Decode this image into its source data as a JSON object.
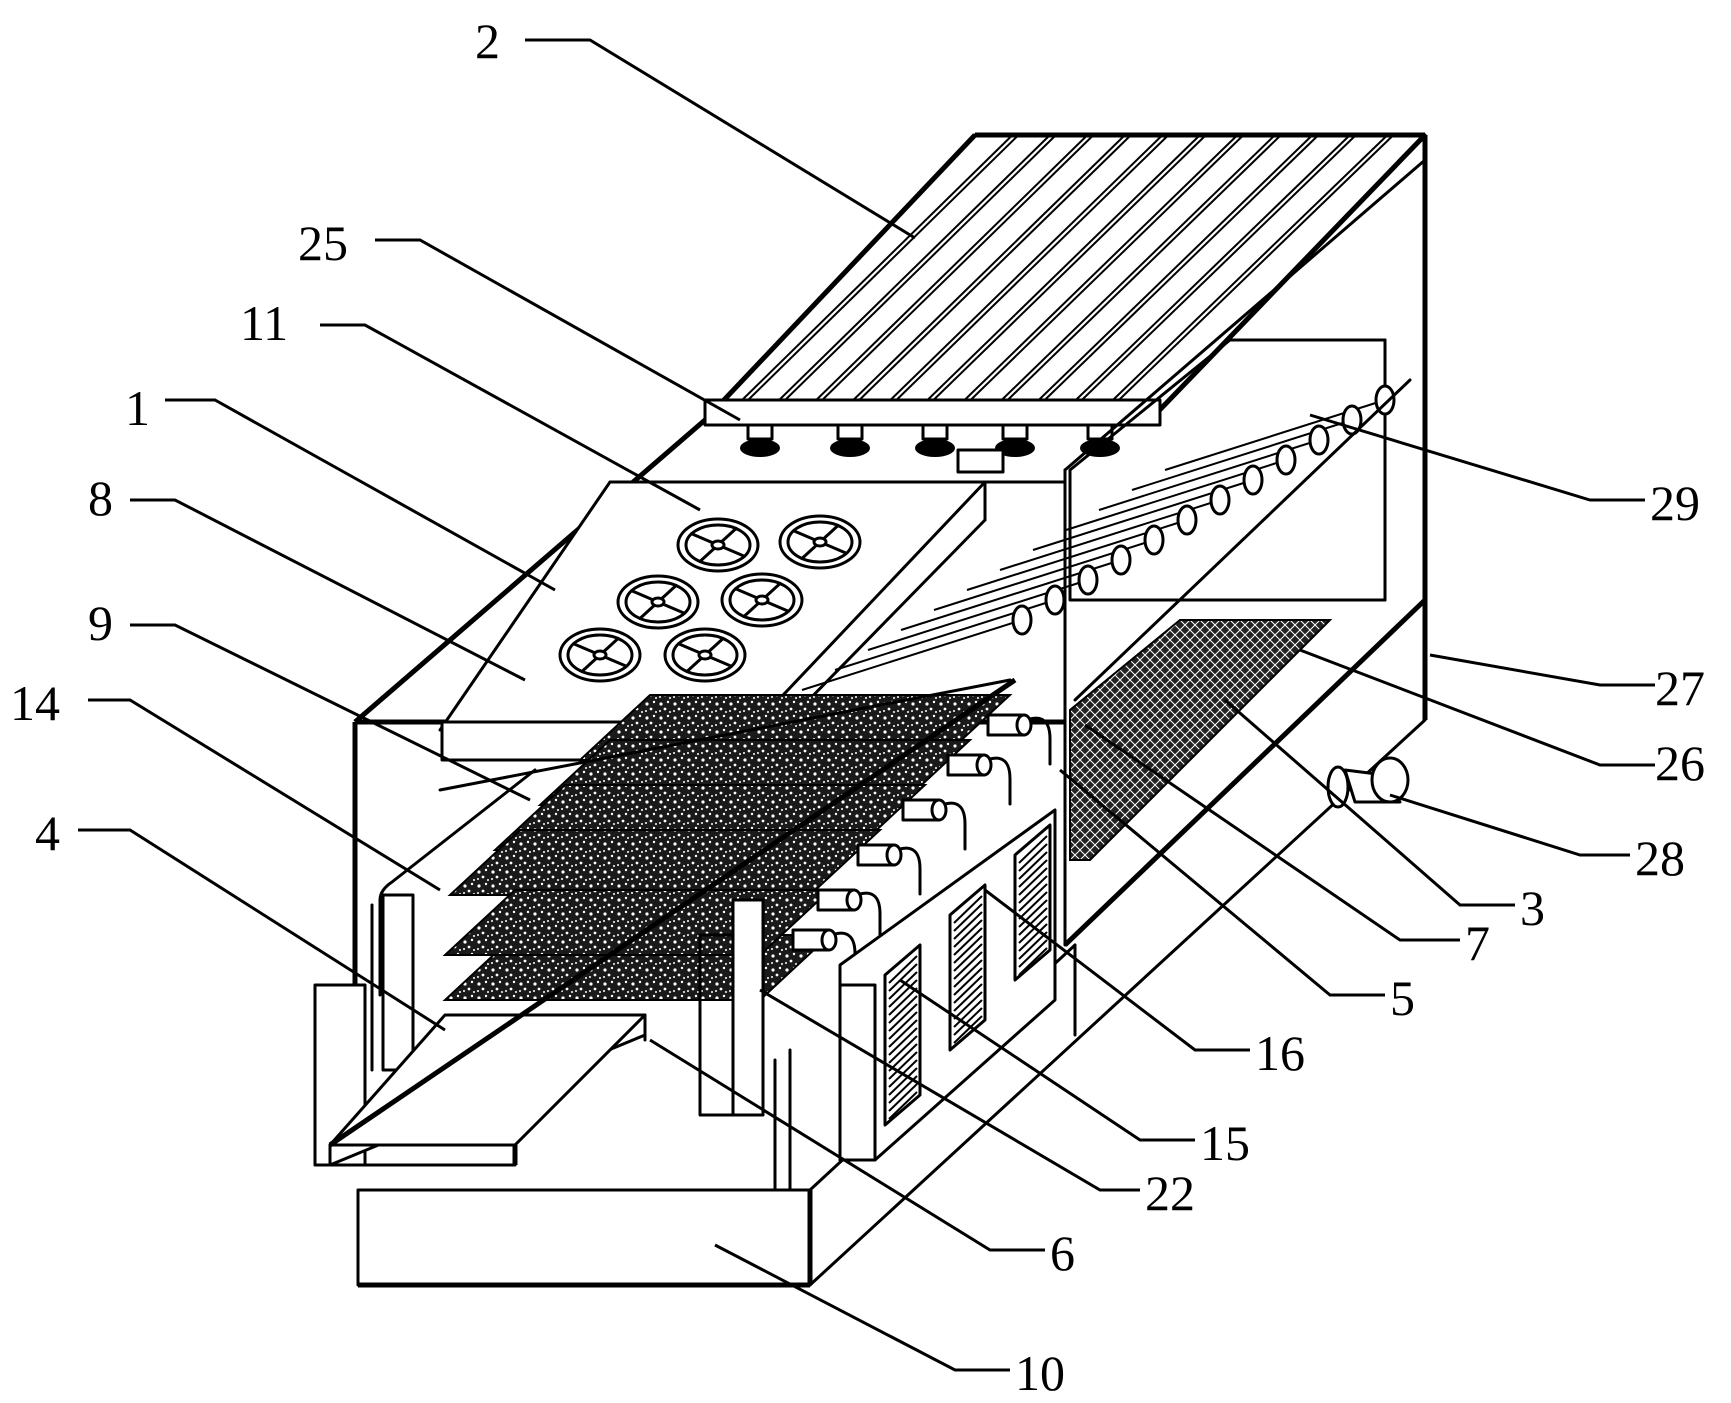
{
  "labels": [
    "1",
    "2",
    "3",
    "4",
    "5",
    "6",
    "7",
    "8",
    "9",
    "10",
    "11",
    "14",
    "15",
    "16",
    "22",
    "25",
    "26",
    "27",
    "28",
    "29"
  ]
}
